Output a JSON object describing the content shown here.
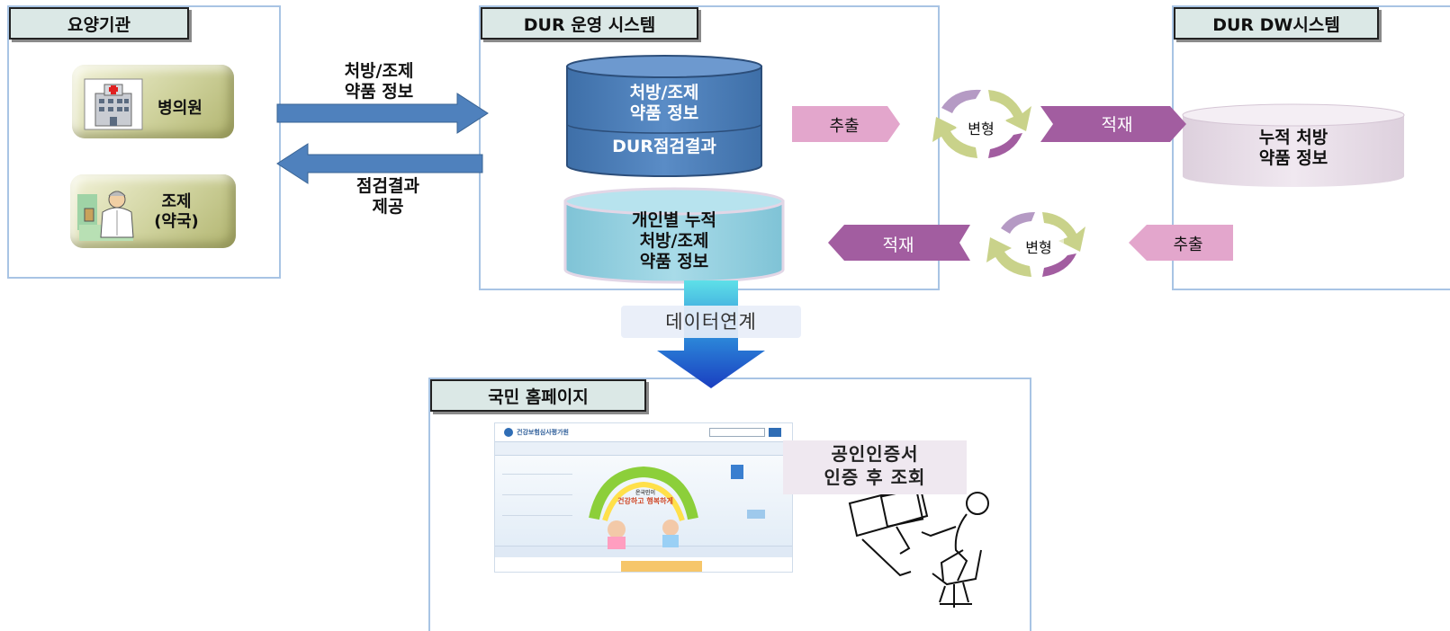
{
  "panels": {
    "institution": {
      "tag": "요양기관",
      "hospital": "병의원",
      "pharmacy_1": "조제",
      "pharmacy_2": "(약국)"
    },
    "dur_ops": {
      "tag": "DUR 운영 시스템",
      "db_top_1": "처방/조제",
      "db_top_2": "약품 정보",
      "db_top_3": "DUR점검결과",
      "db_bottom_1": "개인별 누적",
      "db_bottom_2": "처방/조제",
      "db_bottom_3": "약품 정보"
    },
    "dur_dw": {
      "tag": "DUR DW시스템",
      "db_1": "누적 처방",
      "db_2": "약품 정보"
    },
    "portal": {
      "tag": "국민 홈페이지",
      "auth_1": "공인인증서",
      "auth_2": "인증 후 조회"
    }
  },
  "flows": {
    "send_1": "처방/조제",
    "send_2": "약품 정보",
    "return_1": "점검결과",
    "return_2": "제공",
    "top_extract": "추출",
    "top_transform": "변형",
    "top_load": "적재",
    "bottom_load": "적재",
    "bottom_transform": "변형",
    "bottom_extract": "추출",
    "data_link": "데이터연계"
  },
  "homepage": {
    "logo": "건강보험심사평가원",
    "slogan_1": "온국민이",
    "slogan_2": "건강하고 행복하게"
  },
  "colors": {
    "panel_border": "#a8c4e4",
    "tag_fill": "#dbe8e6",
    "db_blue": "#4f81bd",
    "db_teal": "#92cddc",
    "db_lavender": "#e8dde8",
    "etl_pink": "#e3a6cc",
    "etl_purple": "#a25da0",
    "arrow_blue": "#4f81bd"
  }
}
